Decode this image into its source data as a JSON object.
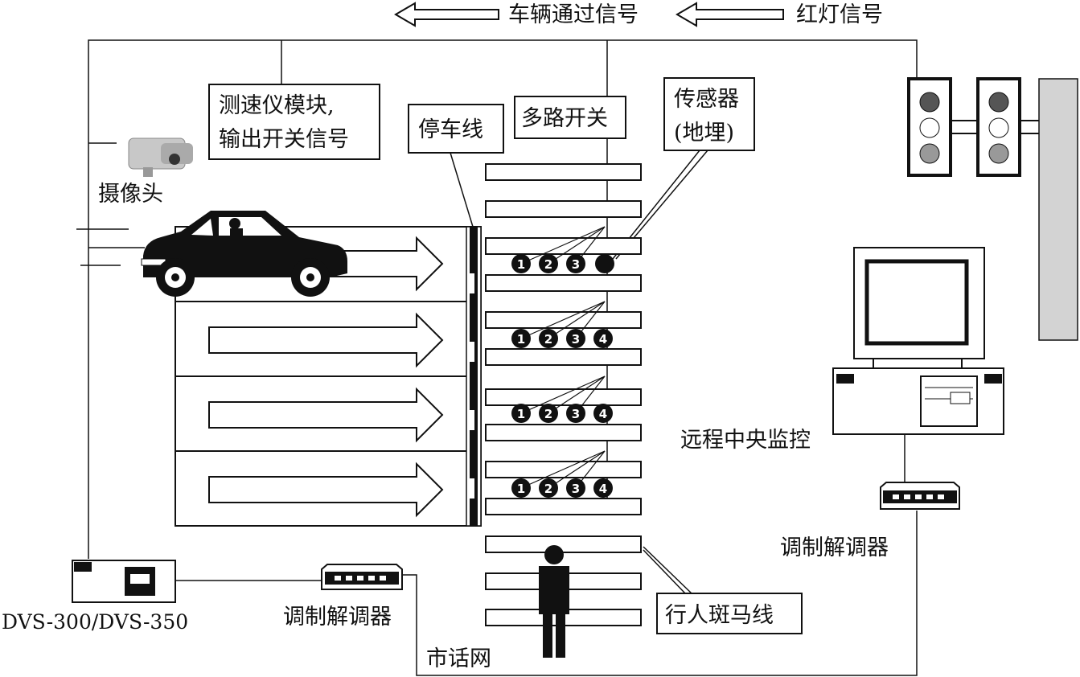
{
  "signals": {
    "vehicle_pass": "车辆通过信号",
    "red_light": "红灯信号"
  },
  "labels": {
    "speed_module_line1": "测速仪模块,",
    "speed_module_line2": "输出开关信号",
    "stop_line": "停车线",
    "multiplexer": "多路开关",
    "sensor_line1": "传感器",
    "sensor_line2": "(地埋)",
    "camera": "摄像头",
    "remote_monitor": "远程中央监控",
    "modem_right": "调制解调器",
    "modem_left": "调制解调器",
    "dvs": "DVS-300/DVS-350",
    "crosswalk": "行人斑马线",
    "phone_network": "市话网"
  },
  "sensor_numbers": [
    "1",
    "2",
    "3",
    "4"
  ],
  "colors": {
    "line": "#111111",
    "lamp_dark": "#555555",
    "lamp_mid": "#999999",
    "pole": "#d3d3d3"
  }
}
